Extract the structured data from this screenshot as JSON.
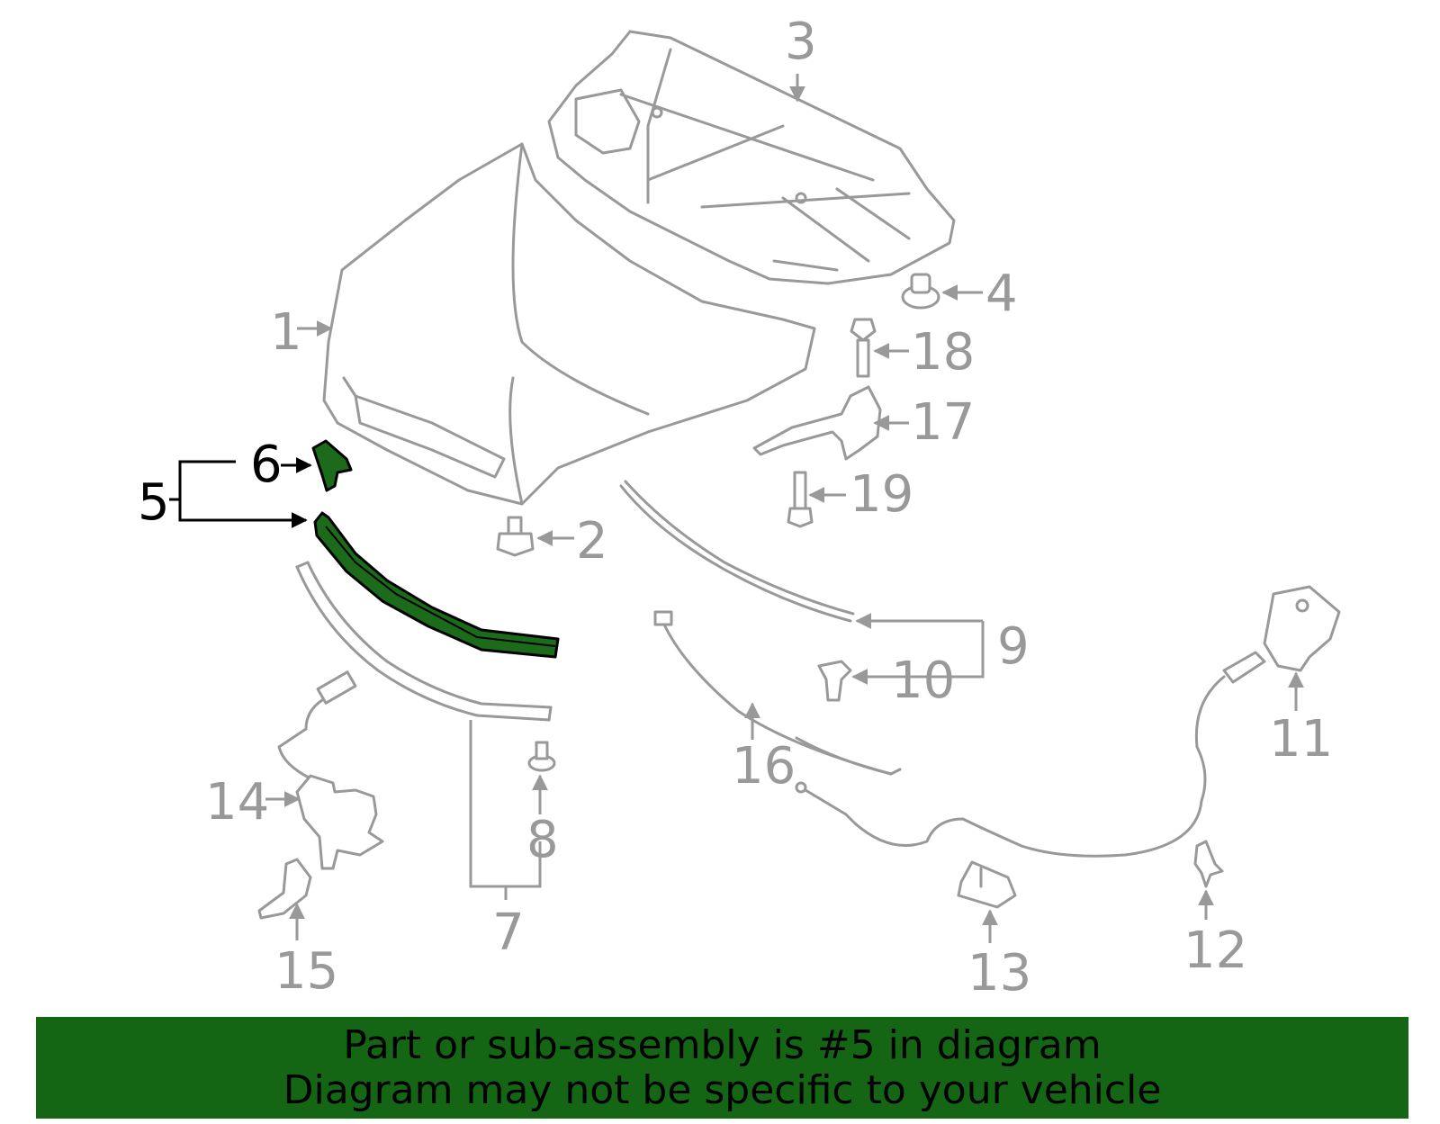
{
  "colors": {
    "part_outline": "#999999",
    "highlight_fill": "#1b6b1b",
    "highlight_outline": "#000000",
    "banner_background": "#146614",
    "banner_text": "#000000"
  },
  "highlighted_part": "5",
  "callouts": {
    "c1": "1",
    "c2": "2",
    "c3": "3",
    "c4": "4",
    "c5": "5",
    "c6": "6",
    "c7": "7",
    "c8": "8",
    "c9": "9",
    "c10": "10",
    "c11": "11",
    "c12": "12",
    "c13": "13",
    "c14": "14",
    "c15": "15",
    "c16": "16",
    "c17": "17",
    "c18": "18",
    "c19": "19"
  },
  "banner": {
    "line1": "Part or sub-assembly is #5 in diagram",
    "line2": "Diagram may not be specific to your vehicle"
  }
}
